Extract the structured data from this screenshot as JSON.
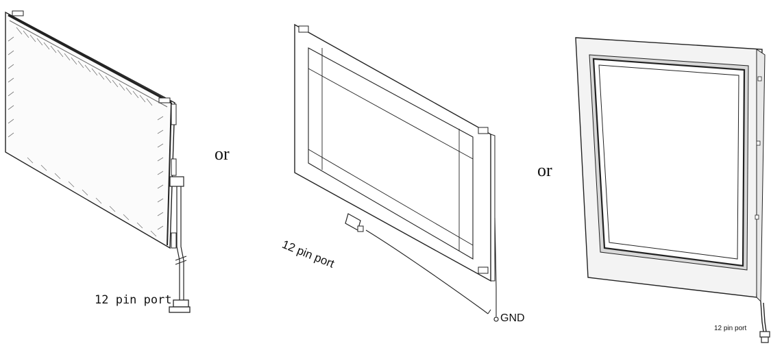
{
  "figure": {
    "items": [
      {
        "label": "12 pin port"
      },
      {
        "label": "12 pin port",
        "extra": "GND"
      },
      {
        "label": "12 pin port"
      }
    ],
    "separators": [
      "or",
      "or"
    ]
  }
}
